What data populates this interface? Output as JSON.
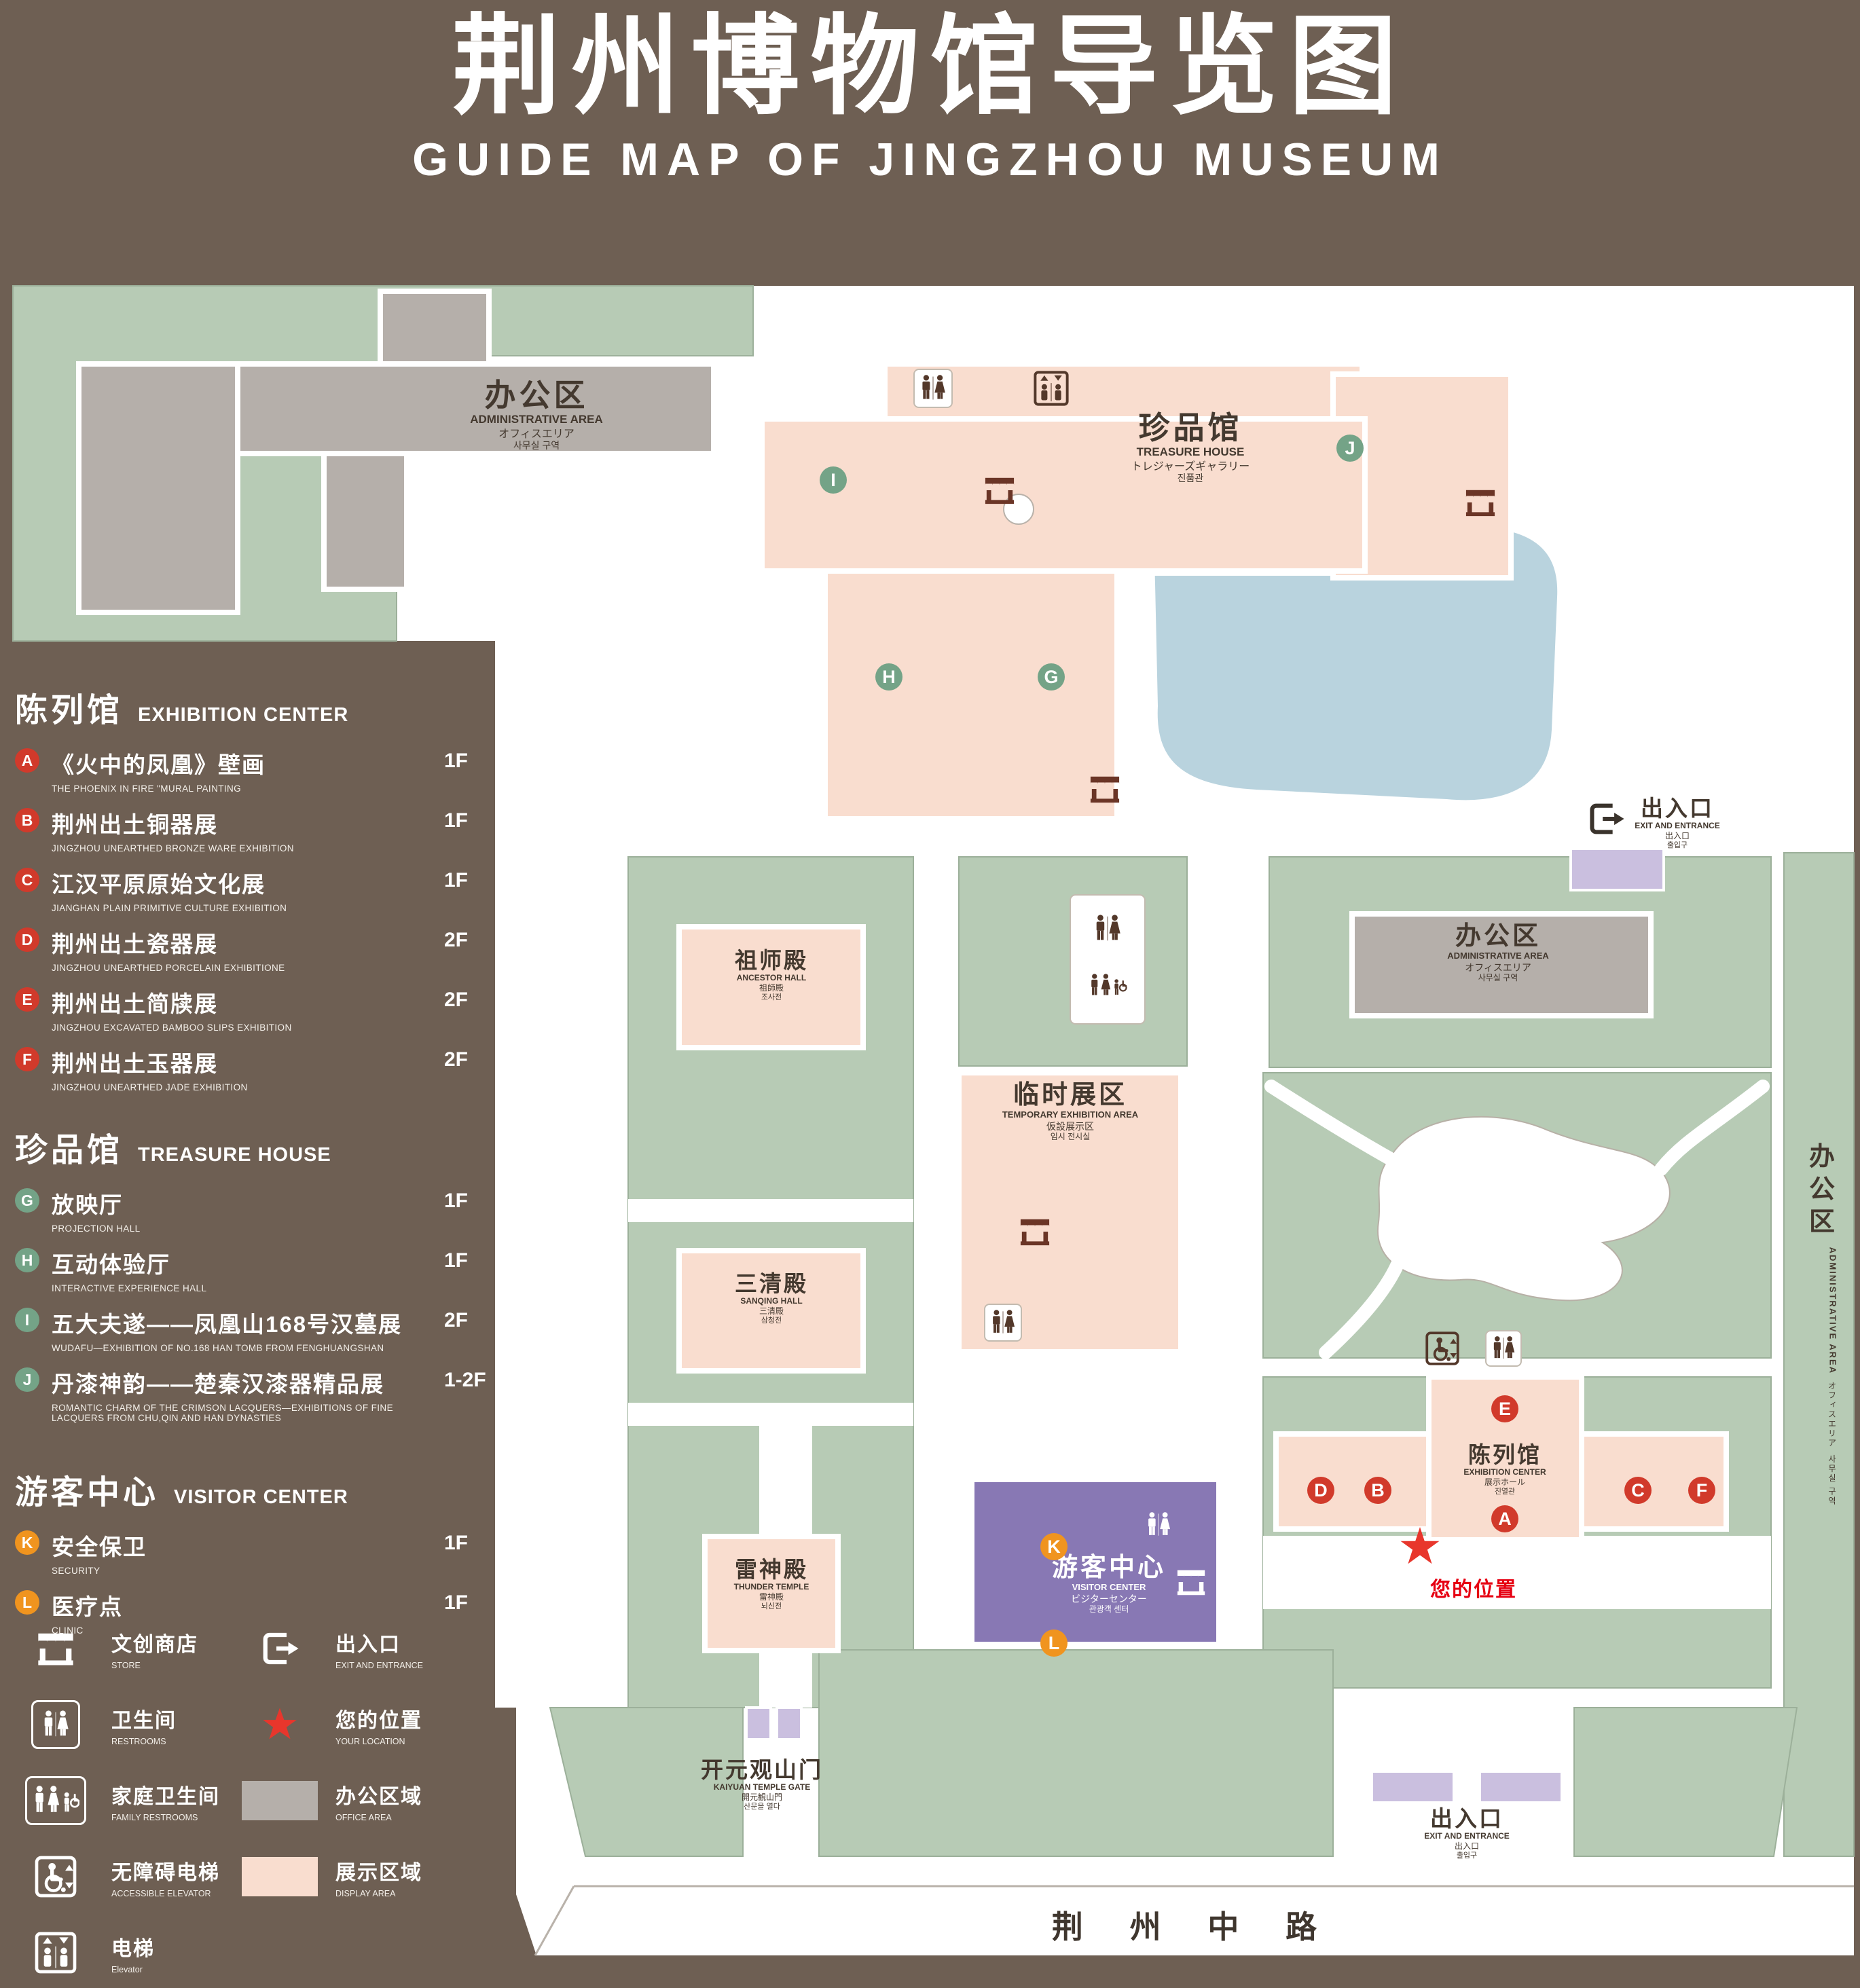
{
  "title": {
    "zh": "荆州博物馆导览图",
    "en": "GUIDE MAP OF JINGZHOU MUSEUM"
  },
  "colors": {
    "background_brown": "#6e5f53",
    "lawn_green": "#b7cbb5",
    "display_pink": "#f9ddcf",
    "office_gray": "#b5afaa",
    "visitor_purple": "#8878b4",
    "gate_purple": "#cabfdf",
    "pond_blue": "#b9d3de",
    "badge_red": "#d13a2b",
    "badge_green": "#74a387",
    "badge_orange": "#f0941f",
    "location_red": "#e60012"
  },
  "legend": {
    "sections": [
      {
        "zh": "陈列馆",
        "en": "EXHIBITION CENTER",
        "items": [
          {
            "letter": "A",
            "zh": "《火中的凤凰》壁画",
            "en": "THE PHOENIX IN FIRE \"MURAL PAINTING",
            "floor": "1F"
          },
          {
            "letter": "B",
            "zh": "荆州出土铜器展",
            "en": "JINGZHOU UNEARTHED BRONZE WARE EXHIBITION",
            "floor": "1F"
          },
          {
            "letter": "C",
            "zh": "江汉平原原始文化展",
            "en": "JIANGHAN PLAIN PRIMITIVE CULTURE EXHIBITION",
            "floor": "1F"
          },
          {
            "letter": "D",
            "zh": "荆州出土瓷器展",
            "en": "JINGZHOU UNEARTHED PORCELAIN EXHIBITIONE",
            "floor": "2F"
          },
          {
            "letter": "E",
            "zh": "荆州出土简牍展",
            "en": "JINGZHOU EXCAVATED BAMBOO SLIPS EXHIBITION",
            "floor": "2F"
          },
          {
            "letter": "F",
            "zh": "荆州出土玉器展",
            "en": "JINGZHOU UNEARTHED JADE EXHIBITION",
            "floor": "2F"
          }
        ]
      },
      {
        "zh": "珍品馆",
        "en": "TREASURE HOUSE",
        "items": [
          {
            "letter": "G",
            "zh": "放映厅",
            "en": "PROJECTION HALL",
            "floor": "1F"
          },
          {
            "letter": "H",
            "zh": "互动体验厅",
            "en": "INTERACTIVE EXPERIENCE HALL",
            "floor": "1F"
          },
          {
            "letter": "I",
            "zh": "五大夫遂——凤凰山168号汉墓展",
            "en": "WUDAFU—EXHIBITION OF NO.168 HAN TOMB FROM FENGHUANGSHAN",
            "floor": "2F"
          },
          {
            "letter": "J",
            "zh": "丹漆神韵——楚秦汉漆器精品展",
            "en": "ROMANTIC CHARM OF THE CRIMSON LACQUERS—EXHIBITIONS OF FINE LACQUERS FROM CHU,QIN AND HAN DYNASTIES",
            "floor": "1-2F"
          }
        ]
      },
      {
        "zh": "游客中心",
        "en": "VISITOR CENTER",
        "items": [
          {
            "letter": "K",
            "zh": "安全保卫",
            "en": "SECURITY",
            "floor": "1F"
          },
          {
            "letter": "L",
            "zh": "医疗点",
            "en": "CLINIC",
            "floor": "1F"
          }
        ]
      }
    ],
    "symbols": [
      {
        "icon": "store-icon",
        "zh": "文创商店",
        "en": "STORE"
      },
      {
        "icon": "exit-icon",
        "zh": "出入口",
        "en": "EXIT AND ENTRANCE"
      },
      {
        "icon": "restroom-icon",
        "zh": "卫生间",
        "en": "RESTROOMS"
      },
      {
        "icon": "location-star-icon",
        "zh": "您的位置",
        "en": "YOUR LOCATION"
      },
      {
        "icon": "family-restroom-icon",
        "zh": "家庭卫生间",
        "en": "FAMILY RESTROOMS"
      },
      {
        "icon": "office-area-swatch",
        "zh": "办公区域",
        "en": "OFFICE AREA"
      },
      {
        "icon": "accessible-elevator-icon",
        "zh": "无障碍电梯",
        "en": "ACCESSIBLE ELEVATOR"
      },
      {
        "icon": "display-area-swatch",
        "zh": "展示区域",
        "en": "DISPLAY AREA"
      },
      {
        "icon": "elevator-icon",
        "zh": "电梯",
        "en": "Elevator"
      }
    ]
  },
  "map": {
    "admin": {
      "zh": "办公区",
      "en": "ADMINISTRATIVE AREA",
      "ja": "オフィスエリア",
      "ko": "사무실 구역"
    },
    "treasure_house": {
      "zh": "珍品馆",
      "en": "TREASURE HOUSE",
      "ja": "トレジャーズギャラリー",
      "ko": "진품관"
    },
    "ancestor_hall": {
      "zh": "祖师殿",
      "en": "ANCESTOR HALL",
      "ja": "祖師殿",
      "ko": "조사전"
    },
    "sanqing_hall": {
      "zh": "三清殿",
      "en": "SANQING HALL",
      "ja": "三清殿",
      "ko": "삼청전"
    },
    "thunder_temple": {
      "zh": "雷神殿",
      "en": "THUNDER TEMPLE",
      "ja": "雷神殿",
      "ko": "뇌신전"
    },
    "temporary_exhibition": {
      "zh": "临时展区",
      "en": "TEMPORARY EXHIBITION AREA",
      "ja": "仮設展示区",
      "ko": "임시 전시실"
    },
    "exhibition_center": {
      "zh": "陈列馆",
      "en": "EXHIBITION CENTER",
      "ja": "展示ホール",
      "ko": "진열관"
    },
    "visitor_center": {
      "zh": "游客中心",
      "en": "VISITOR CENTER",
      "ja": "ビジターセンター",
      "ko": "관광객 센터"
    },
    "gate": {
      "zh": "开元观山门",
      "en": "KAIYUAN TEMPLE GATE",
      "ja": "開元観山門",
      "ko": "산문을 열다"
    },
    "exit": {
      "zh": "出入口",
      "en": "EXIT AND ENTRANCE",
      "ja": "出入口",
      "ko": "출입구"
    },
    "road": {
      "zh": "荆 州 中 路"
    },
    "your_location": {
      "zh": "您的位置"
    },
    "badge_letters": [
      "A",
      "B",
      "C",
      "D",
      "E",
      "F",
      "G",
      "H",
      "I",
      "J",
      "K",
      "L"
    ]
  }
}
